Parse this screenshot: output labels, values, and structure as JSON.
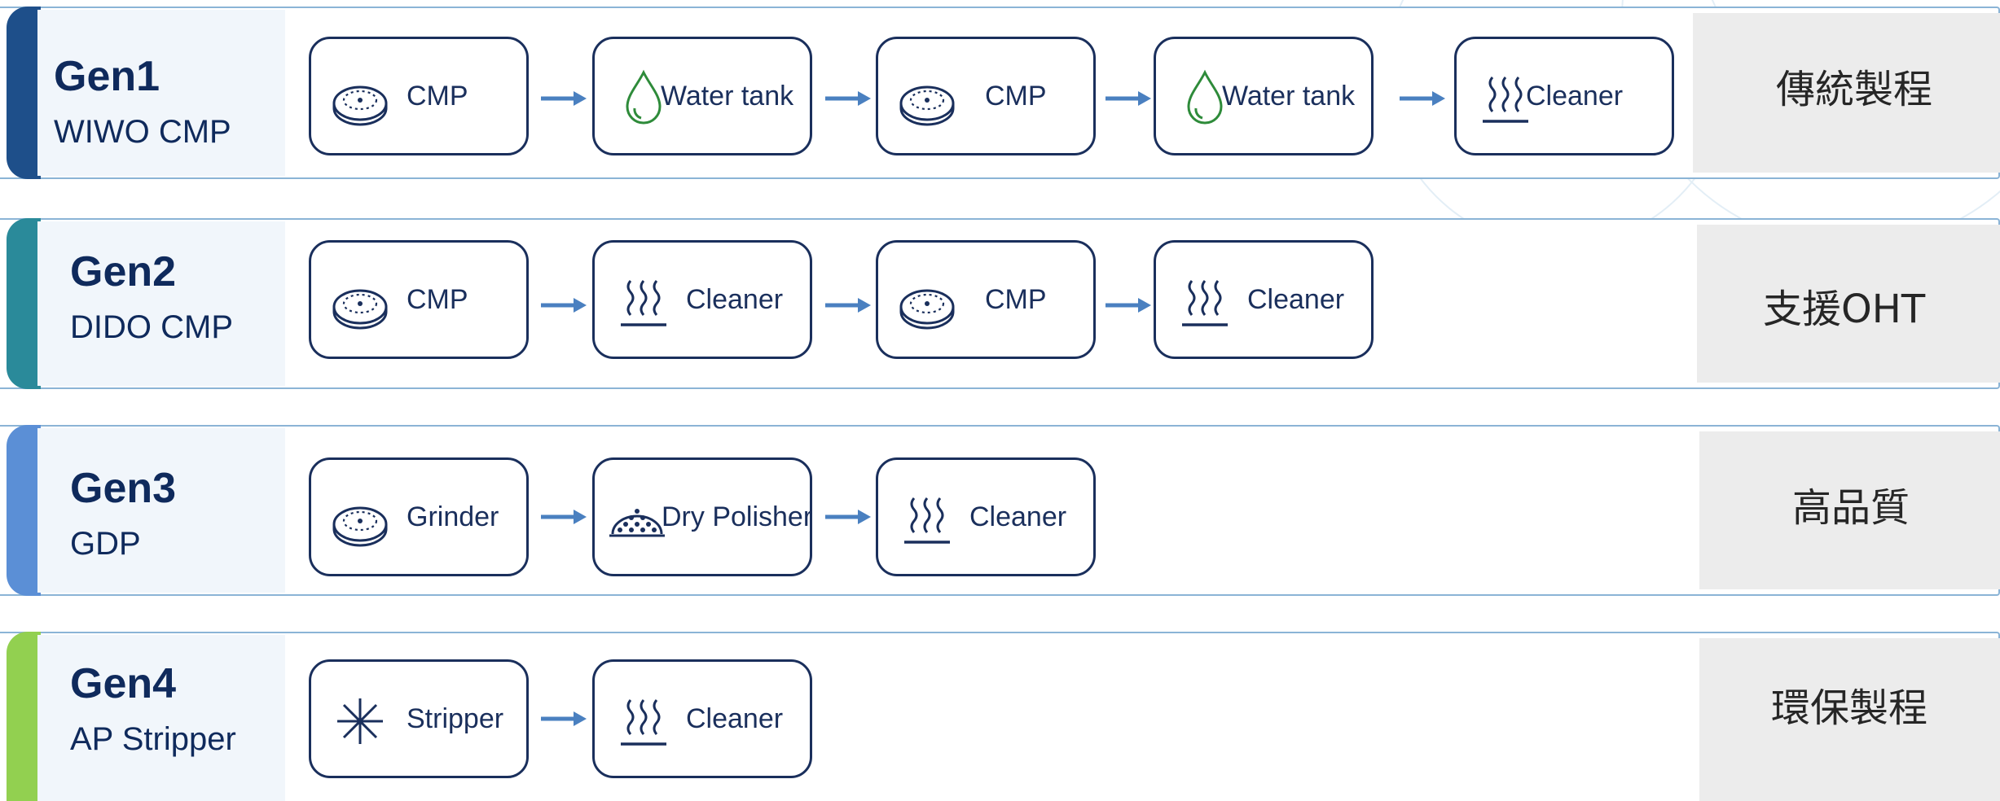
{
  "rows": [
    {
      "gen": "Gen1",
      "subtitle": "WIWO CMP",
      "description": "傳統製程",
      "accent": "#1e4f8a",
      "steps": [
        {
          "label": "CMP",
          "icon": "wafer-icon"
        },
        {
          "label": "Water tank",
          "icon": "water-drop-icon"
        },
        {
          "label": "CMP",
          "icon": "wafer-icon"
        },
        {
          "label": "Water tank",
          "icon": "water-drop-icon"
        },
        {
          "label": "Cleaner",
          "icon": "steam-icon"
        }
      ]
    },
    {
      "gen": "Gen2",
      "subtitle": "DIDO CMP",
      "description": "支援OHT",
      "accent": "#2a8a9a",
      "steps": [
        {
          "label": "CMP",
          "icon": "wafer-icon"
        },
        {
          "label": "Cleaner",
          "icon": "steam-icon"
        },
        {
          "label": "CMP",
          "icon": "wafer-icon"
        },
        {
          "label": "Cleaner",
          "icon": "steam-icon"
        }
      ]
    },
    {
      "gen": "Gen3",
      "subtitle": "GDP",
      "description": "高品質",
      "accent": "#5b8fd6",
      "steps": [
        {
          "label": "Grinder",
          "icon": "wafer-icon"
        },
        {
          "label": "Dry Polisher",
          "icon": "dry-polisher-icon"
        },
        {
          "label": "Cleaner",
          "icon": "steam-icon"
        }
      ]
    },
    {
      "gen": "Gen4",
      "subtitle": "AP Stripper",
      "description": "環保製程",
      "accent": "#92d050",
      "steps": [
        {
          "label": "Stripper",
          "icon": "asterisk-icon"
        },
        {
          "label": "Cleaner",
          "icon": "steam-icon"
        }
      ]
    }
  ]
}
